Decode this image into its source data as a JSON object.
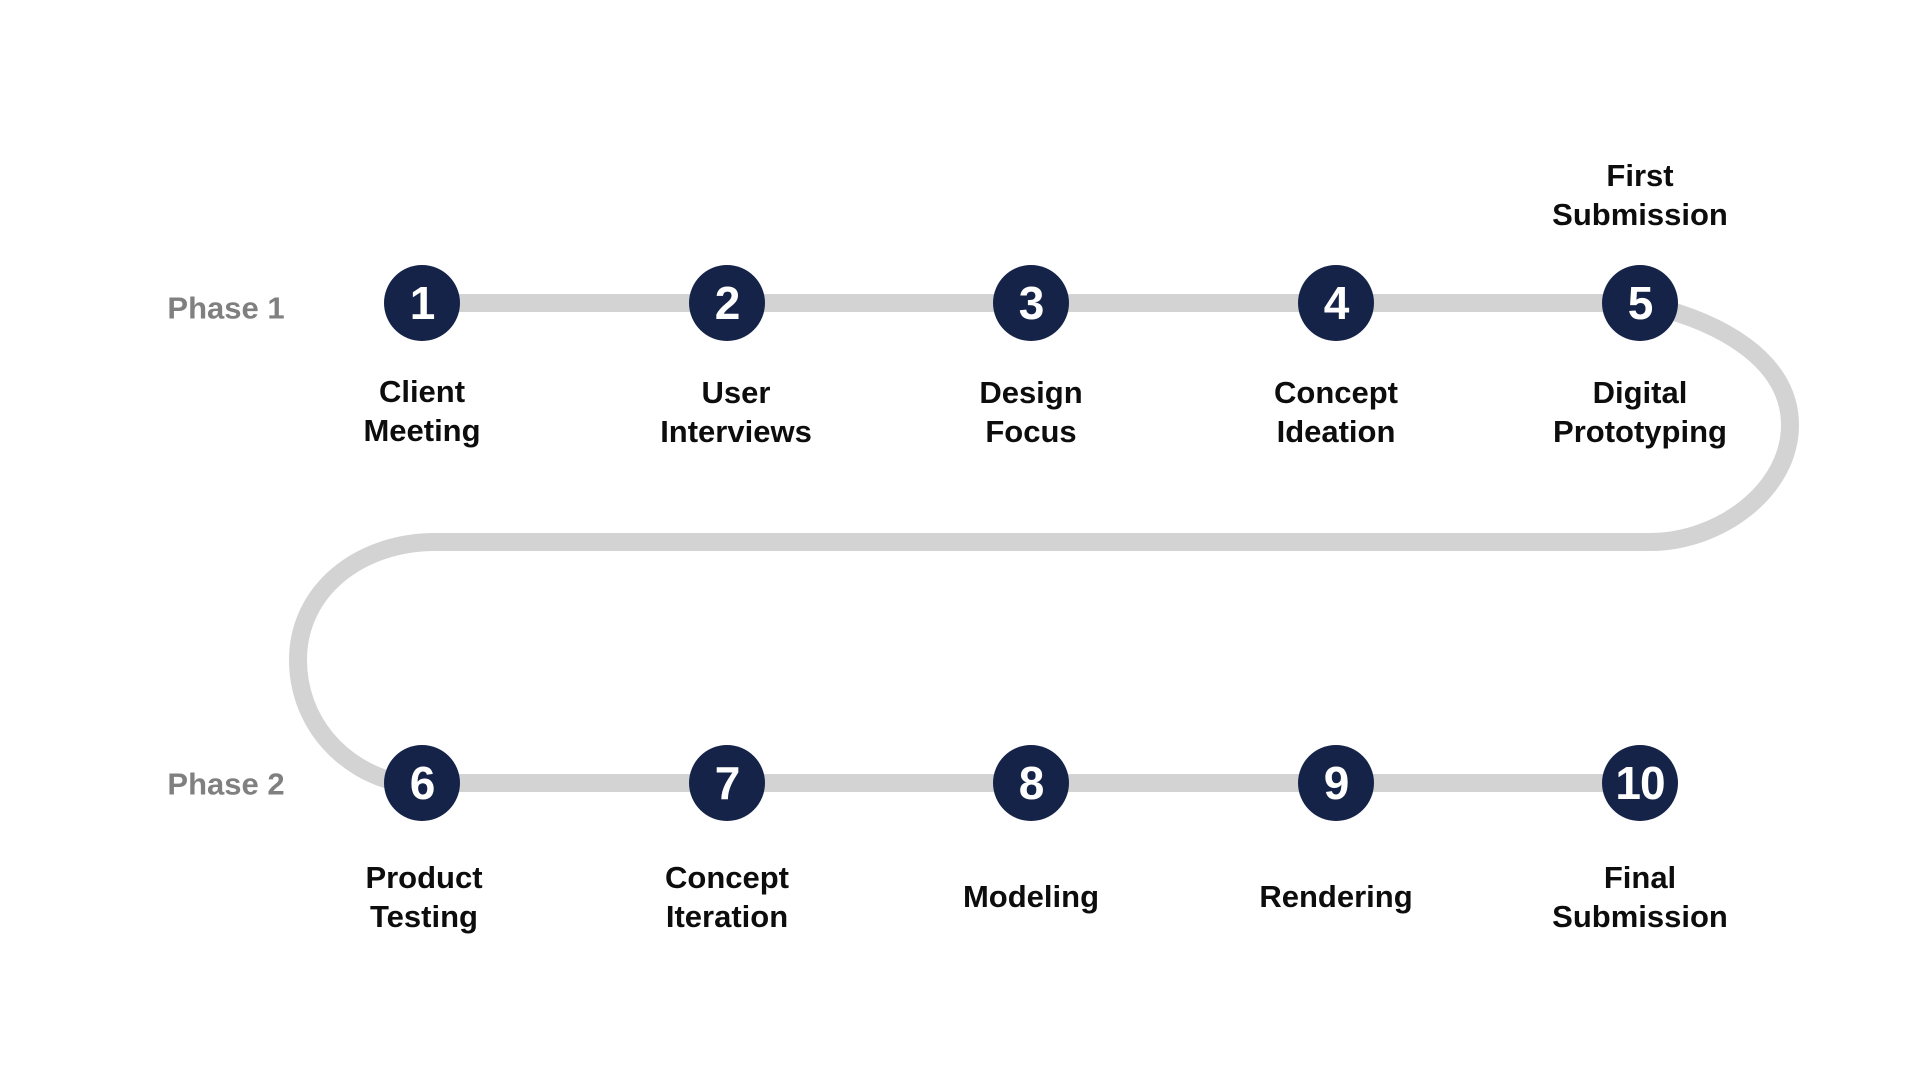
{
  "colors": {
    "node_fill": "#152349",
    "node_text": "#ffffff",
    "track": "#d3d3d3",
    "phase_label": "#808080",
    "label_text": "#0d0d0d",
    "background": "#ffffff"
  },
  "phases": [
    {
      "label": "Phase 1"
    },
    {
      "label": "Phase 2"
    }
  ],
  "annotation": {
    "line1": "First",
    "line2": "Submission",
    "attached_to_step": "5"
  },
  "steps": [
    {
      "number": "1",
      "line1": "Client",
      "line2": "Meeting",
      "phase": 1
    },
    {
      "number": "2",
      "line1": "User",
      "line2": "Interviews",
      "phase": 1
    },
    {
      "number": "3",
      "line1": "Design",
      "line2": "Focus",
      "phase": 1
    },
    {
      "number": "4",
      "line1": "Concept",
      "line2": "Ideation",
      "phase": 1
    },
    {
      "number": "5",
      "line1": "Digital",
      "line2": "Prototyping",
      "phase": 1
    },
    {
      "number": "6",
      "line1": "Product",
      "line2": "Testing",
      "phase": 2
    },
    {
      "number": "7",
      "line1": "Concept",
      "line2": "Iteration",
      "phase": 2
    },
    {
      "number": "8",
      "line1": "Modeling",
      "line2": "",
      "phase": 2
    },
    {
      "number": "9",
      "line1": "Rendering",
      "line2": "",
      "phase": 2
    },
    {
      "number": "10",
      "line1": "Final",
      "line2": "Submission",
      "phase": 2
    }
  ]
}
